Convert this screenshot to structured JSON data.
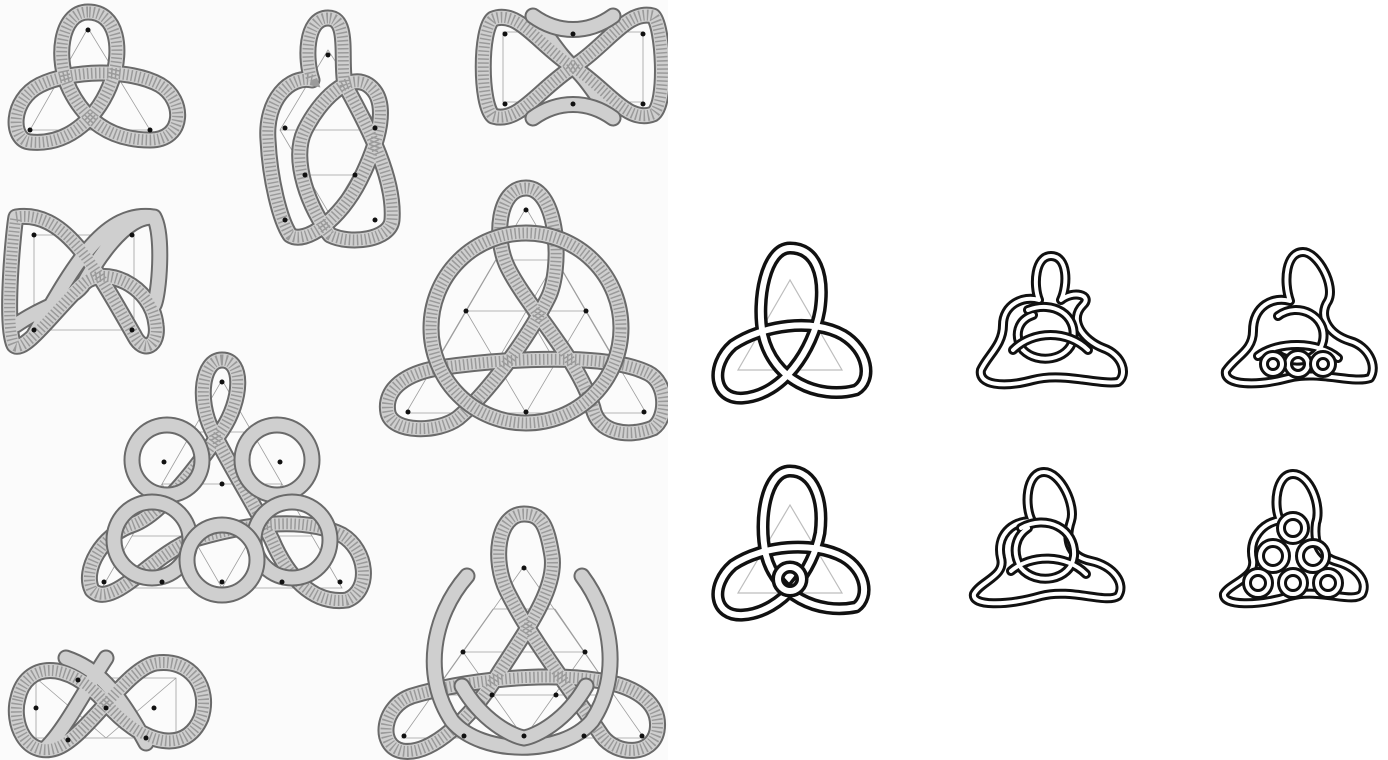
{
  "figure": {
    "left_panel": {
      "description_items": [
        {
          "id": "small-trefoil-construction",
          "shape": "trefoil",
          "style": "grid-construction"
        },
        {
          "id": "tall-heart-construction",
          "shape": "heart-knot",
          "style": "grid-construction"
        },
        {
          "id": "band-3x1-construction",
          "shape": "border-band",
          "style": "grid-construction"
        },
        {
          "id": "square-knot-construction",
          "shape": "square-knot",
          "style": "grid-construction"
        },
        {
          "id": "large-circle-trefoil-construction",
          "shape": "circle-trefoil",
          "style": "grid-construction"
        },
        {
          "id": "triangle-lattice-construction",
          "shape": "triangle-lattice",
          "style": "grid-construction"
        },
        {
          "id": "small-band-construction",
          "shape": "border-band",
          "style": "grid-construction"
        },
        {
          "id": "large-triangle-construction",
          "shape": "triangle-knot",
          "style": "grid-construction"
        }
      ]
    },
    "right_panel": {
      "rows": 2,
      "columns": 3
    }
  },
  "colors": {
    "band_outline": "#6a6a6a",
    "band_fill": "#cfcfcf",
    "bold_outline": "#111111",
    "background": "#ffffff"
  }
}
